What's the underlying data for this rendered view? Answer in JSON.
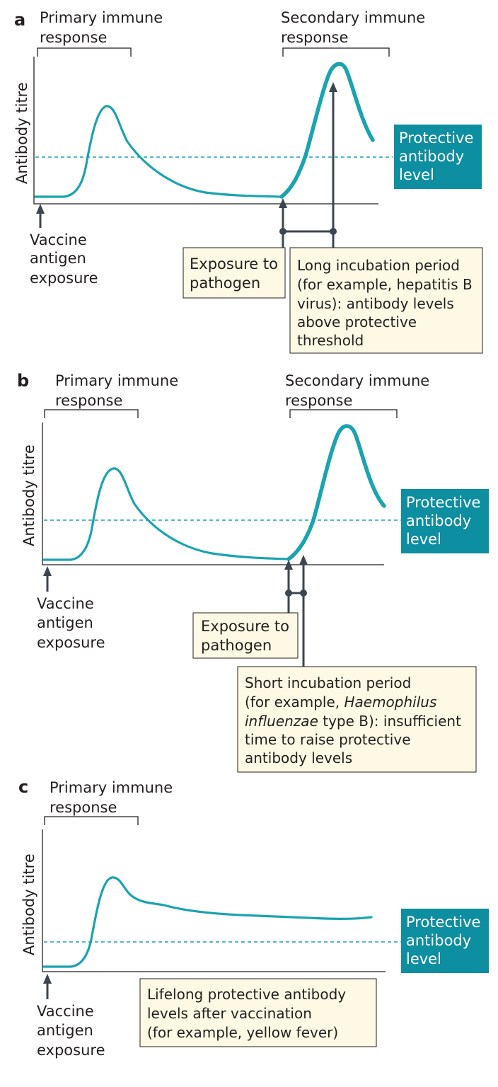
{
  "panels": {
    "a": {
      "label": "a",
      "primary_response": [
        "Primary immune",
        "response"
      ],
      "secondary_response": [
        "Secondary immune",
        "response"
      ],
      "ylabel": "Antibody titre",
      "vaccine_label": [
        "Vaccine",
        "antigen",
        "exposure"
      ],
      "protective_label": [
        "Protective",
        "antibody",
        "level"
      ],
      "exposure_box": [
        "Exposure to",
        "pathogen"
      ],
      "incubation_box": [
        "Long incubation period",
        "(for example, hepatitis B",
        "virus): antibody levels",
        "above protective",
        "threshold"
      ]
    },
    "b": {
      "label": "b",
      "primary_response": [
        "Primary immune",
        "response"
      ],
      "secondary_response": [
        "Secondary immune",
        "response"
      ],
      "ylabel": "Antibody titre",
      "vaccine_label": [
        "Vaccine",
        "antigen",
        "exposure"
      ],
      "protective_label": [
        "Protective",
        "antibody",
        "level"
      ],
      "exposure_box": [
        "Exposure to",
        "pathogen"
      ],
      "incubation_box_line1": "Short incubation period",
      "incubation_box_line2_prefix": "(for example, ",
      "incubation_box_line2_italic": "Haemophilus",
      "incubation_box_line3_italic": "influenzae",
      "incubation_box_line3_suffix": " type B): insufficient",
      "incubation_box_line4": "time to raise protective",
      "incubation_box_line5": "antibody levels"
    },
    "c": {
      "label": "c",
      "primary_response": [
        "Primary immune",
        "response"
      ],
      "ylabel": "Antibody titre",
      "vaccine_label": [
        "Vaccine",
        "antigen",
        "exposure"
      ],
      "protective_label": [
        "Protective",
        "antibody",
        "level"
      ],
      "lifelong_box": [
        "Lifelong protective antibody",
        "levels after vaccination",
        "(for example, yellow fever)"
      ]
    }
  },
  "colors": {
    "curve": "#1aa3b0",
    "protective_box": "#0e8ea1",
    "callout_fill": "#fdf9e4",
    "connector": "#3c4650"
  }
}
